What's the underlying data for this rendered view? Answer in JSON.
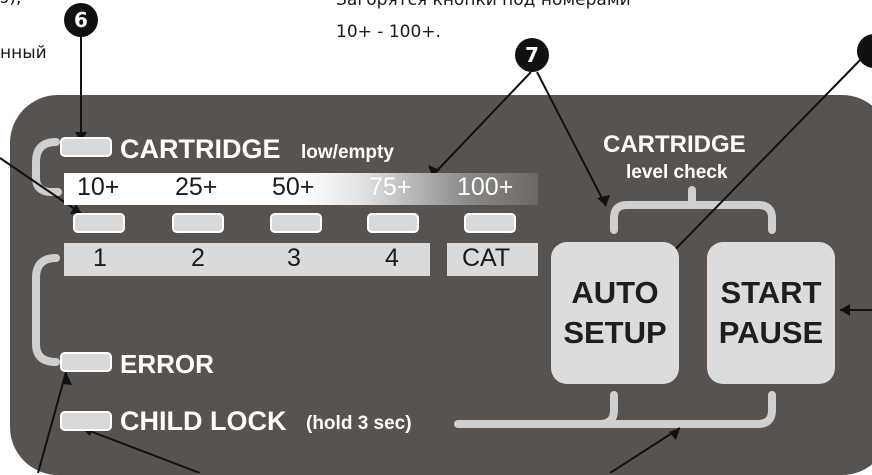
{
  "annotations": {
    "top_left_fragment": "э),",
    "left_fragment": "нный",
    "top_text_line1": "Загорятся кнопки под номерами",
    "top_text_line2": "10+ - 100+."
  },
  "badges": {
    "six": "6",
    "seven": "7"
  },
  "panel": {
    "cartridge_title": "CARTRIDGE",
    "cartridge_sub": "low/empty",
    "levels": [
      "10+",
      "25+",
      "50+",
      "75+",
      "100+"
    ],
    "numbers": [
      "1",
      "2",
      "3",
      "4"
    ],
    "cat_label": "CAT",
    "level_check_title": "CARTRIDGE",
    "level_check_sub": "level check",
    "auto_setup": {
      "line1": "AUTO",
      "line2": "SETUP"
    },
    "start_pause": {
      "line1": "START",
      "line2": "PAUSE"
    },
    "error_label": "ERROR",
    "child_lock_label": "CHILD LOCK",
    "child_lock_hint": "(hold 3 sec)"
  },
  "colors": {
    "panel": "#58534f",
    "button": "#dcdcdc",
    "led": "#d9d9d9",
    "badge": "#111111"
  }
}
